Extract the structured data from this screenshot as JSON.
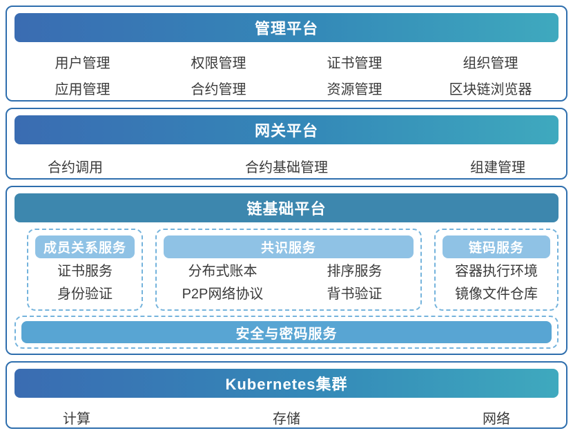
{
  "colors": {
    "panel_border": "#2e6ead",
    "header_gradient_start": "#3a6cb2",
    "header_gradient_end": "#3fa9be",
    "chain_header_fill": "#3d87ae",
    "pill_fill": "#8fc2e5",
    "security_bar_fill": "#58a5d3",
    "dashed_border": "#74b3dc",
    "item_text": "#3a3a3a",
    "header_text": "#ffffff"
  },
  "management": {
    "title": "管理平台",
    "items": [
      "用户管理",
      "权限管理",
      "证书管理",
      "组织管理",
      "应用管理",
      "合约管理",
      "资源管理",
      "区块链浏览器"
    ]
  },
  "gateway": {
    "title": "网关平台",
    "items": [
      "合约调用",
      "合约基础管理",
      "组建管理"
    ]
  },
  "chain": {
    "title": "链基础平台",
    "member_service": {
      "title": "成员关系服务",
      "items": [
        "证书服务",
        "身份验证"
      ]
    },
    "consensus_service": {
      "title": "共识服务",
      "items": [
        "分布式账本",
        "排序服务",
        "P2P网络协议",
        "背书验证"
      ]
    },
    "chaincode_service": {
      "title": "链码服务",
      "items": [
        "容器执行环境",
        "镜像文件仓库"
      ]
    },
    "security_service": {
      "title": "安全与密码服务"
    }
  },
  "kubernetes": {
    "title": "Kubernetes集群",
    "items": [
      "计算",
      "存储",
      "网络"
    ]
  }
}
